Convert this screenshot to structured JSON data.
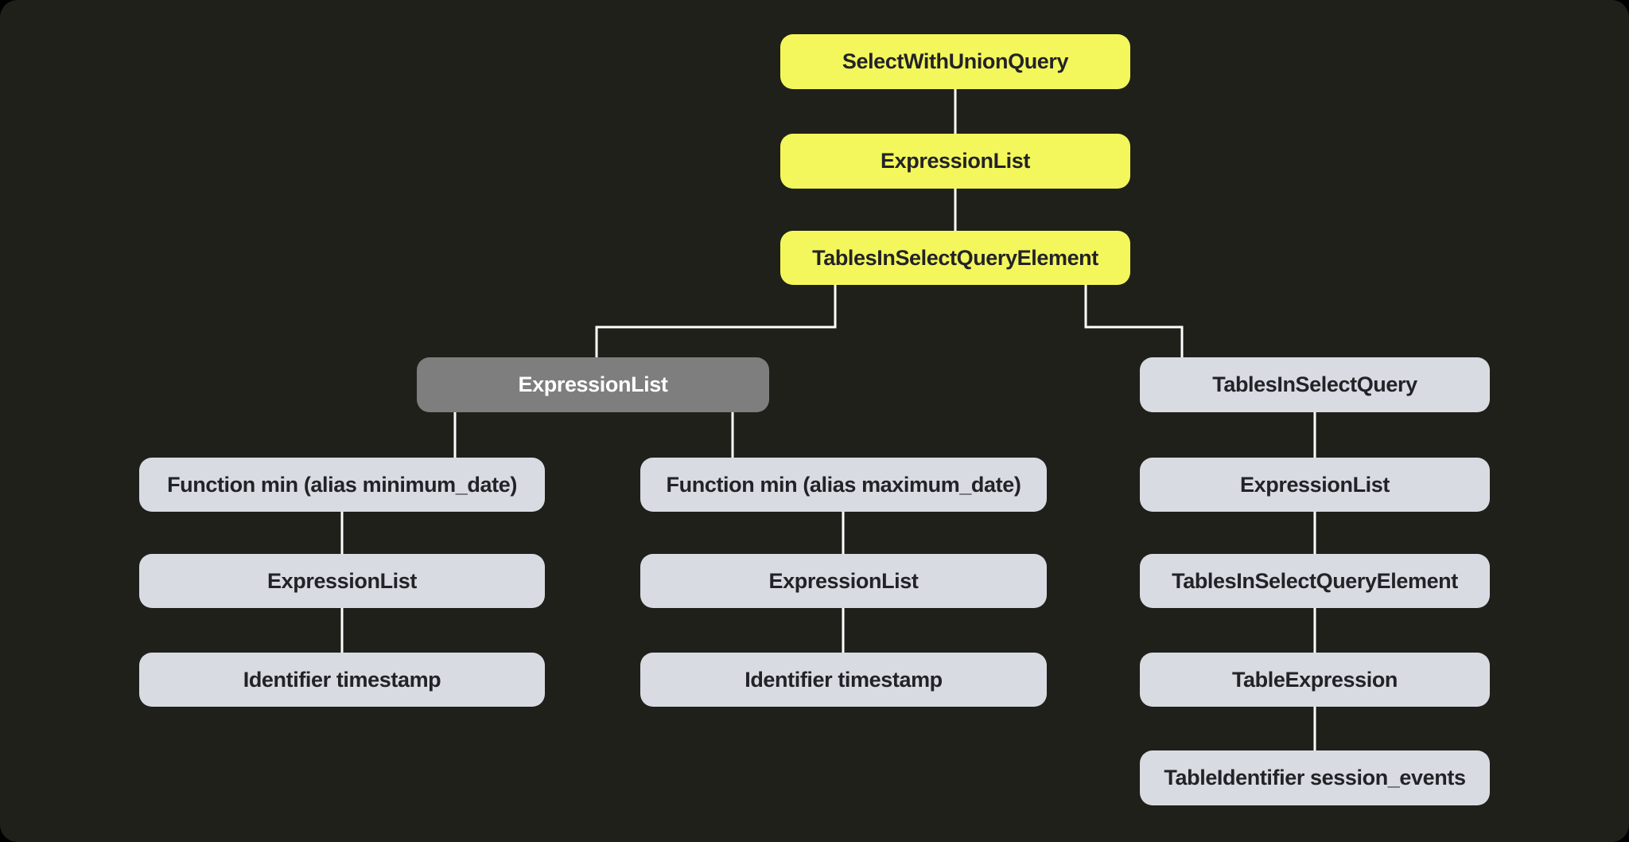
{
  "diagram": {
    "type": "ast-tree",
    "colors": {
      "background": "#1f201a",
      "highlight_node_fill": "#f4f75c",
      "selected_node_fill": "#7e7e7e",
      "default_node_fill": "#d8dbe2",
      "edge_line": "#ffffff",
      "node_text_dark": "#222327",
      "node_text_light": "#ffffff"
    },
    "nodes": [
      {
        "label": "SelectWithUnionQuery",
        "variant": "highlight"
      },
      {
        "label": "ExpressionList",
        "variant": "highlight"
      },
      {
        "label": "TablesInSelectQueryElement",
        "variant": "highlight"
      },
      {
        "label": "ExpressionList",
        "variant": "selected"
      },
      {
        "label": "TablesInSelectQuery",
        "variant": "default"
      },
      {
        "label": "Function min (alias minimum_date)",
        "variant": "default"
      },
      {
        "label": "Function min (alias maximum_date)",
        "variant": "default"
      },
      {
        "label": "ExpressionList",
        "variant": "default"
      },
      {
        "label": "ExpressionList",
        "variant": "default"
      },
      {
        "label": "ExpressionList",
        "variant": "default"
      },
      {
        "label": "TablesInSelectQueryElement",
        "variant": "default"
      },
      {
        "label": "Identifier timestamp",
        "variant": "default"
      },
      {
        "label": "Identifier timestamp",
        "variant": "default"
      },
      {
        "label": "TableExpression",
        "variant": "default"
      },
      {
        "label": "TableIdentifier session_events",
        "variant": "default"
      }
    ],
    "edges": [
      {
        "from": 0,
        "to": 1
      },
      {
        "from": 1,
        "to": 2
      },
      {
        "from": 2,
        "to": 3
      },
      {
        "from": 2,
        "to": 4
      },
      {
        "from": 3,
        "to": 5
      },
      {
        "from": 3,
        "to": 6
      },
      {
        "from": 4,
        "to": 7
      },
      {
        "from": 5,
        "to": 8
      },
      {
        "from": 6,
        "to": 9
      },
      {
        "from": 7,
        "to": 10
      },
      {
        "from": 8,
        "to": 11
      },
      {
        "from": 9,
        "to": 12
      },
      {
        "from": 10,
        "to": 13
      },
      {
        "from": 13,
        "to": 14
      }
    ]
  }
}
